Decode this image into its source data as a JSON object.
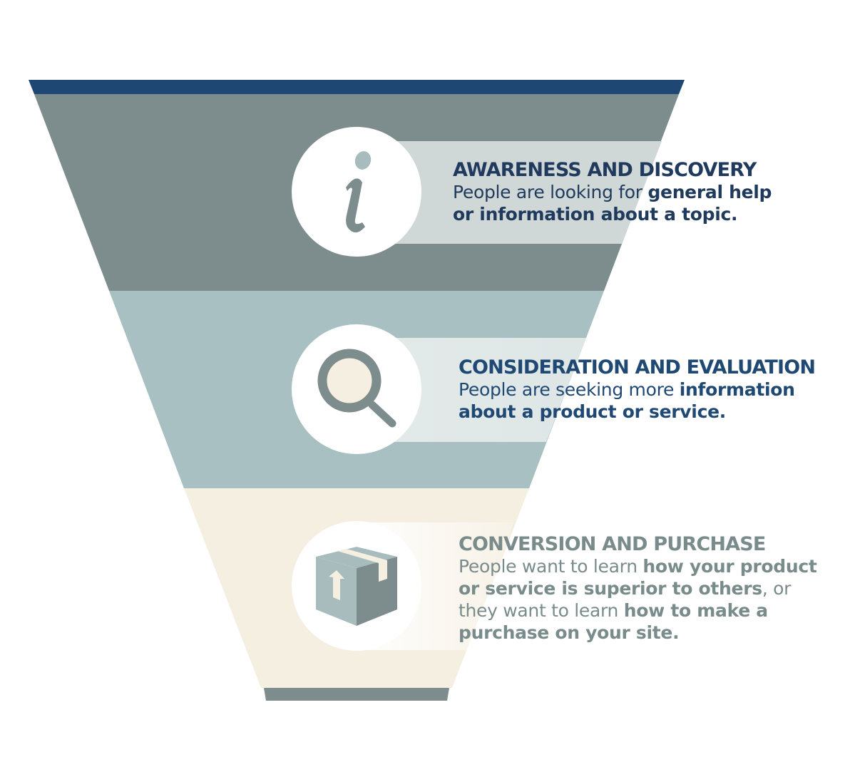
{
  "colors": {
    "top_bar": "#1f4773",
    "stage1_band": "#7d8c8c",
    "stage2_band": "#a8c0c2",
    "stage3_band": "#f5efe1",
    "bottom_bar": "#7d8c8c",
    "stage1_text": "#1f3a5c",
    "stage2_text": "#1f4873",
    "stage3_text": "#7a8b8b"
  },
  "stages": [
    {
      "icon": "info-icon",
      "title": "AWARENESS AND DISCOVERY",
      "desc_parts": [
        {
          "text": "People are looking for ",
          "bold": false
        },
        {
          "text": "general help or information about a topic.",
          "bold": true
        }
      ]
    },
    {
      "icon": "magnifier-icon",
      "title": "CONSIDERATION AND EVALUATION",
      "desc_parts": [
        {
          "text": "People are seeking more ",
          "bold": false
        },
        {
          "text": "information about a product or service.",
          "bold": true
        }
      ]
    },
    {
      "icon": "package-icon",
      "title": "CONVERSION AND PURCHASE",
      "desc_parts": [
        {
          "text": "People want to learn ",
          "bold": false
        },
        {
          "text": "how your product or service is superior to others",
          "bold": true
        },
        {
          "text": ", or they want to learn ",
          "bold": false
        },
        {
          "text": "how to make a purchase on your site.",
          "bold": true
        }
      ]
    }
  ]
}
